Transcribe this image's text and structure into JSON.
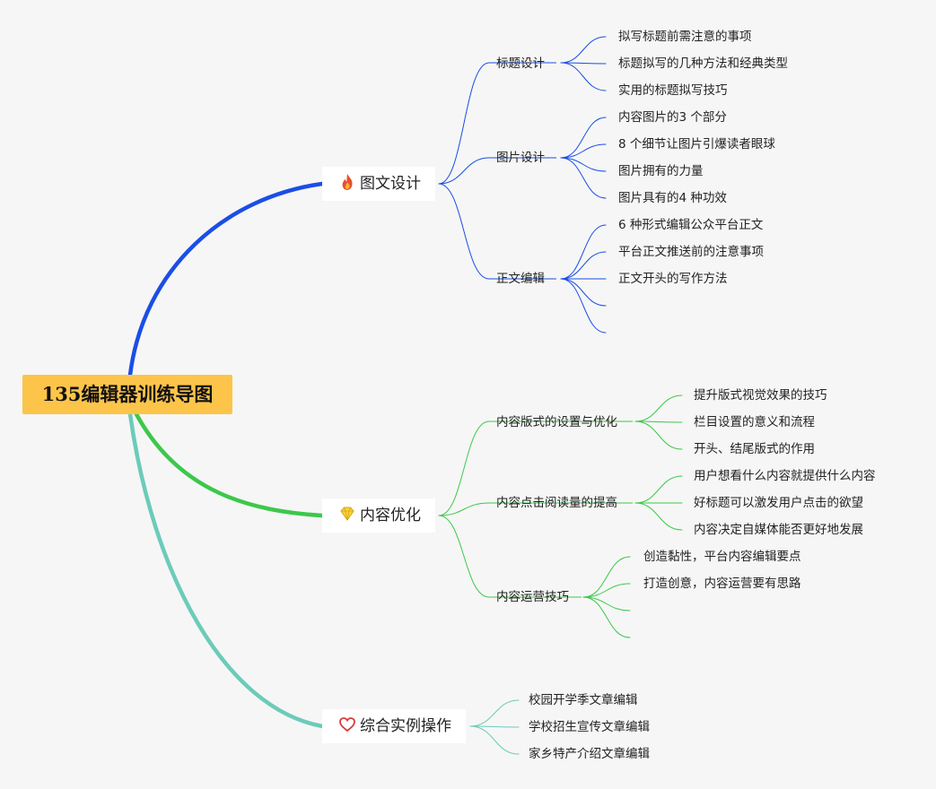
{
  "root": {
    "title": "135编辑器训练导图"
  },
  "branches": [
    {
      "key": "b1",
      "label": "图文设计",
      "icon": "fire-icon",
      "color": "#1a4ee6",
      "sub": [
        {
          "label": "标题设计",
          "leaves": [
            "拟写标题前需注意的事项",
            "标题拟写的几种方法和经典类型",
            "实用的标题拟写技巧"
          ]
        },
        {
          "label": "图片设计",
          "leaves": [
            "内容图片的3 个部分",
            "8 个细节让图片引爆读者眼球",
            "图片拥有的力量",
            "图片具有的4 种功效"
          ]
        },
        {
          "label": "正文编辑",
          "leaves": [
            "6 种形式编辑公众平台正文",
            "平台正文推送前的注意事项",
            "正文开头的写作方法",
            "",
            ""
          ]
        }
      ]
    },
    {
      "key": "b2",
      "label": "内容优化",
      "icon": "diamond-icon",
      "color": "#3cc84a",
      "sub": [
        {
          "label": "内容版式的设置与优化",
          "leaves": [
            "提升版式视觉效果的技巧",
            "栏目设置的意义和流程",
            "开头、结尾版式的作用"
          ]
        },
        {
          "label": "内容点击阅读量的提高",
          "leaves": [
            "用户想看什么内容就提供什么内容",
            "好标题可以激发用户点击的欲望",
            "内容决定自媒体能否更好地发展"
          ]
        },
        {
          "label": "内容运营技巧",
          "leaves": [
            "创造黏性，平台内容编辑要点",
            "打造创意，内容运营要有思路",
            "",
            ""
          ]
        }
      ]
    },
    {
      "key": "b3",
      "label": "综合实例操作",
      "icon": "heart-icon",
      "color": "#6ccbb9",
      "sub": [],
      "leaves": [
        "校园开学季文章编辑",
        "学校招生宣传文章编辑",
        "家乡特产介绍文章编辑"
      ]
    }
  ]
}
